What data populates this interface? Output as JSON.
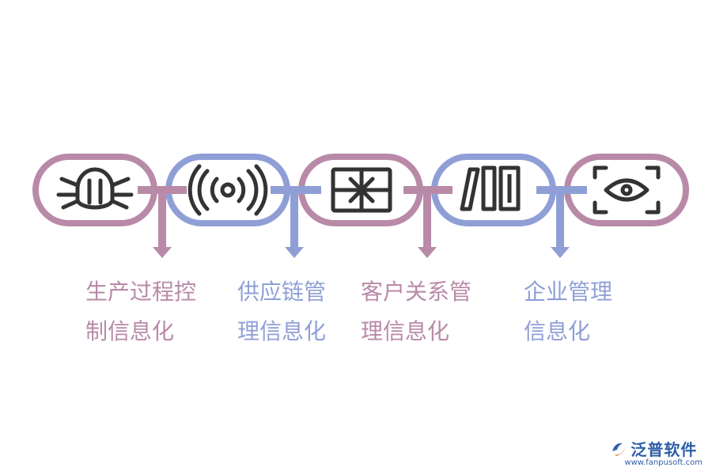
{
  "colors": {
    "mauve": "#b88aa8",
    "blue": "#8f9fd6",
    "icon": "#333333",
    "logo": "#2f5fa7"
  },
  "steps": [
    {
      "line1": "生产过程控",
      "line2": "制信息化",
      "icon": "bug-icon",
      "color": "mauve"
    },
    {
      "line1": "供应链管",
      "line2": "理信息化",
      "icon": "signal-waves-icon",
      "color": "blue"
    },
    {
      "line1": "客户关系管",
      "line2": "理信息化",
      "icon": "gift-box-icon",
      "color": "mauve"
    },
    {
      "line1": "企业管理",
      "line2": "信息化",
      "icon": "books-icon",
      "color": "blue"
    },
    {
      "icon": "scan-eye-icon",
      "color": "mauve"
    }
  ],
  "logo": {
    "name": "泛普软件",
    "url": "www.fanpusoft.com"
  }
}
